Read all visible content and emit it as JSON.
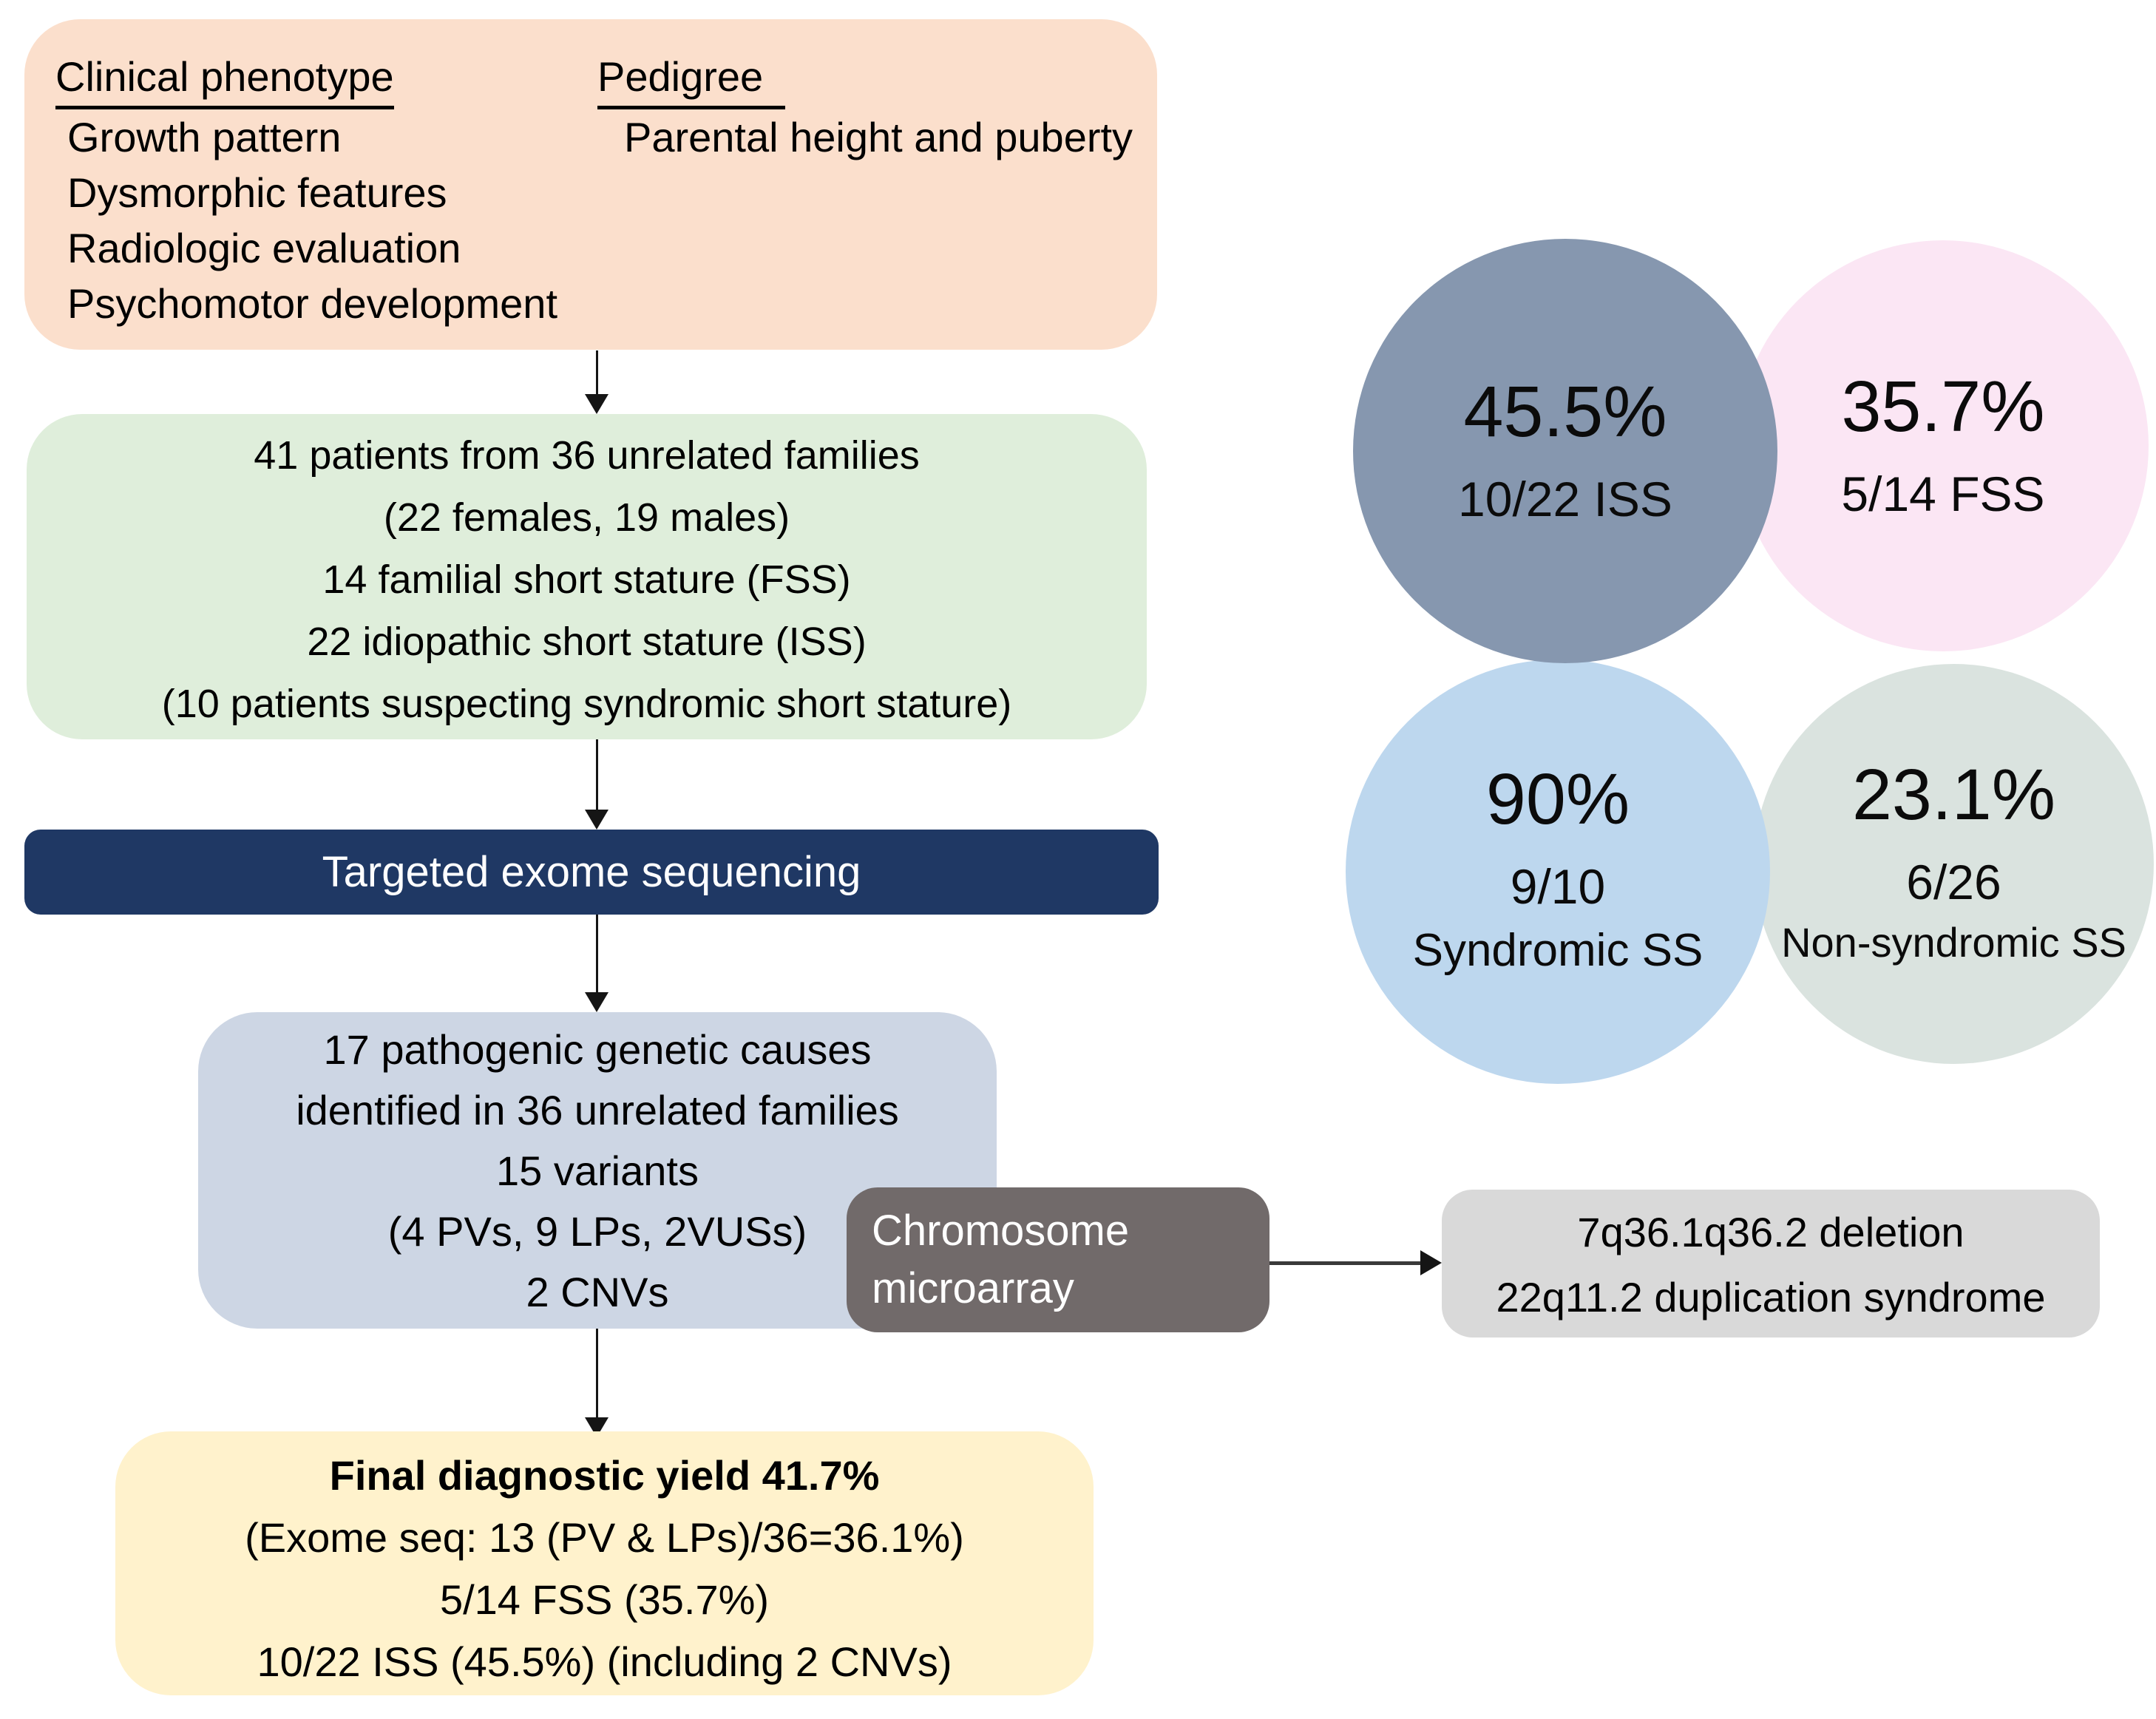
{
  "boxes": {
    "phenotype": {
      "bg": "#FBDFCC",
      "columns": [
        {
          "header": "Clinical phenotype",
          "items": [
            "Growth pattern",
            "Dysmorphic features",
            "Radiologic evaluation",
            "Psychomotor development"
          ]
        },
        {
          "header": "Pedigree",
          "items": [
            "Parental height and puberty"
          ]
        }
      ]
    },
    "cohort": {
      "bg": "#DFEEDB",
      "lines": [
        "41 patients from 36 unrelated families",
        "(22 females, 19 males)",
        "14 familial short stature (FSS)",
        "22 idiopathic short stature (ISS)",
        "(10 patients suspecting syndromic short stature)"
      ]
    },
    "sequencing": {
      "bg": "#1F3864",
      "text_color": "#FFFFFF",
      "label": "Targeted exome sequencing"
    },
    "tes_results": {
      "bg": "#CDD6E4",
      "lines": [
        "17 pathogenic genetic causes",
        "identified in 36 unrelated families",
        "15 variants",
        "(4 PVs, 9 LPs, 2VUSs)",
        "2 CNVs"
      ]
    },
    "microarray": {
      "bg": "#716A6A",
      "text_color": "#FFFFFF",
      "lines": [
        "Chromosome",
        "microarray"
      ]
    },
    "cnv_results": {
      "bg": "#D9D9D9",
      "lines": [
        "7q36.1q36.2 deletion",
        "22q11.2 duplication syndrome"
      ]
    },
    "final_yield": {
      "bg": "#FFF2CC",
      "title": "Final diagnostic yield 41.7%",
      "lines": [
        "(Exome seq: 13 (PV & LPs)/36=36.1%)",
        "5/14 FSS (35.7%)",
        "10/22 ISS (45.5%) (including 2 CNVs)"
      ]
    }
  },
  "circles": [
    {
      "percent": "45.5%",
      "detail": "10/22 ISS",
      "label": "",
      "bg": "#8697AF"
    },
    {
      "percent": "35.7%",
      "detail": "5/14 FSS",
      "label": "",
      "bg": "#FBE6F4"
    },
    {
      "percent": "90%",
      "detail": "9/10",
      "label": "Syndromic SS",
      "bg": "#BDD7EE"
    },
    {
      "percent": "23.1%",
      "detail": "6/26",
      "label": "Non-syndromic SS",
      "bg": "#DAE3DF"
    }
  ]
}
